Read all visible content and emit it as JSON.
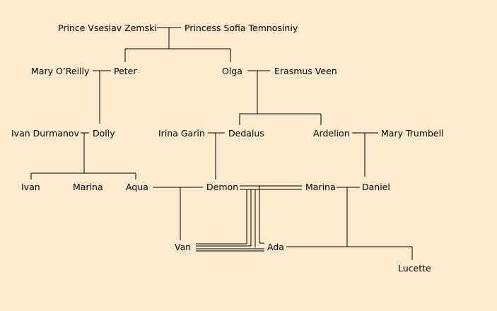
{
  "colors": {
    "background": "#fde9cc",
    "line": "#000000",
    "text": "#000000"
  },
  "people": {
    "vseslav": "Prince Vseslav Zemski",
    "sofia": "Princess Sofia Temnosiniy",
    "mary_oreilly": "Mary O’Reilly",
    "peter": "Peter",
    "olga": "Olga",
    "erasmus": "Erasmus Veen",
    "ivan_durmanov": "Ivan Durmanov",
    "dolly": "Dolly",
    "irina": "Irina Garin",
    "dedalus": "Dedalus",
    "ardelion": "Ardelion",
    "mary_trumbell": "Mary Trumbell",
    "ivan": "Ivan",
    "marina_v": "Marina",
    "aqua": "Aqua",
    "demon": "Demon",
    "marina_d": "Marina",
    "daniel": "Daniel",
    "van": "Van",
    "ada": "Ada",
    "lucette": "Lucette"
  }
}
